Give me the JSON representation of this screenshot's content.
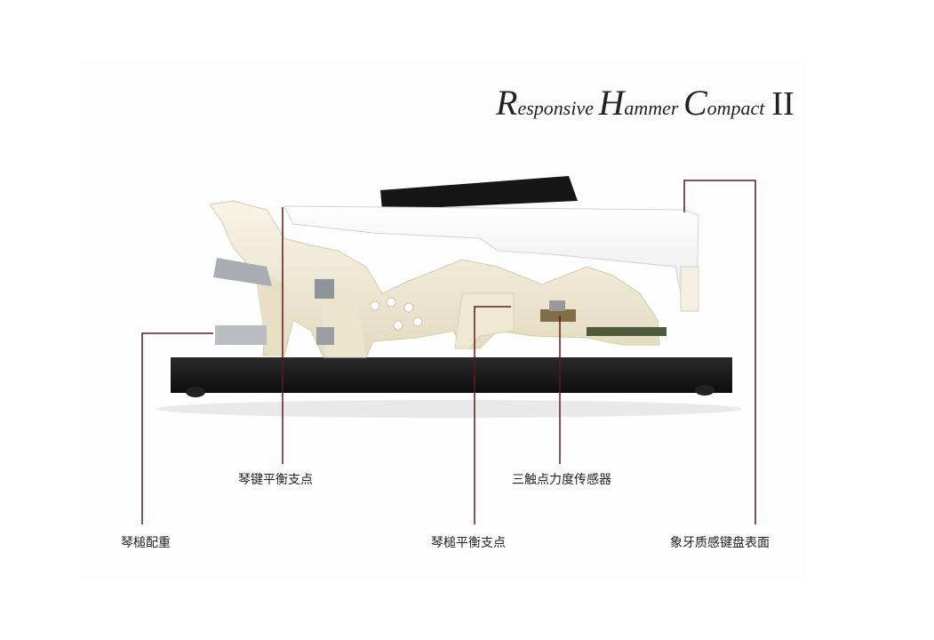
{
  "title": {
    "r": "R",
    "r_rest": "esponsive",
    "h": "H",
    "h_rest": "ammer",
    "c": "C",
    "c_rest": "ompact",
    "roman": "II"
  },
  "labels": {
    "key_balance_pivot": "琴键平衡支点",
    "hammer_weight": "琴槌配重",
    "hammer_balance_pivot": "琴槌平衡支点",
    "triple_sensor": "三触点力度传感器",
    "ivory_surface": "象牙质感键盘表面"
  },
  "colors": {
    "leader_line": "#5a1c20",
    "action_body": "#efe8d3",
    "base": "#1a1a1a"
  }
}
